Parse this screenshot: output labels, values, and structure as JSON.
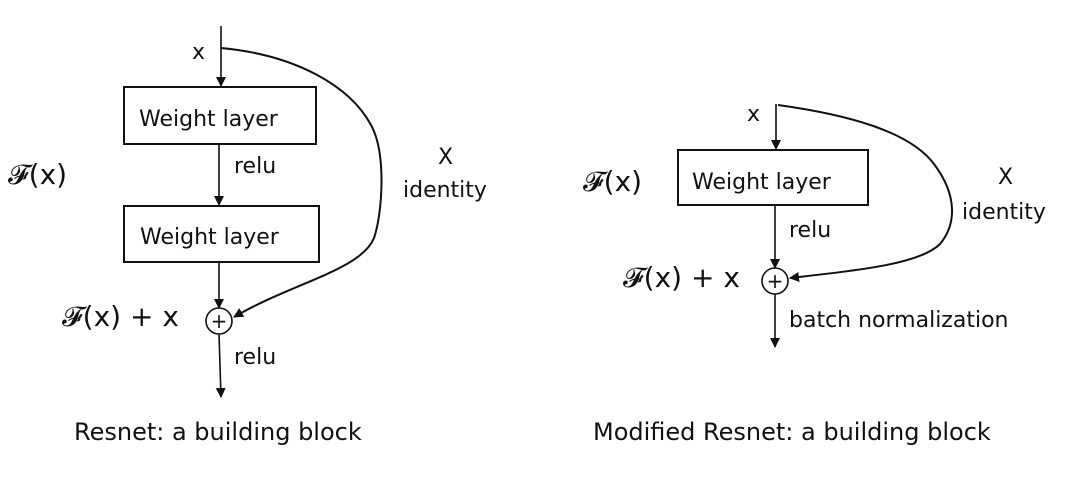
{
  "left": {
    "input_label": "x",
    "box1_label": "Weight layer",
    "relu_mid_label": "relu",
    "box2_label": "Weight layer",
    "fx_label": "𝓕(x)",
    "identity_x_label": "X",
    "identity_label": "identity",
    "sum_label": "𝓕(x) + x",
    "plus_label": "+",
    "relu_out_label": "relu",
    "caption": "Resnet: a building block"
  },
  "right": {
    "input_label": "x",
    "fx_label": "𝓕(x)",
    "box_label": "Weight layer",
    "relu_label": "relu",
    "identity_x_label": "X",
    "identity_label": "identity",
    "sum_label": "𝓕(x) + x",
    "plus_label": "+",
    "bn_label": "batch normalization",
    "caption": "Modified Resnet: a building block"
  },
  "icons": {
    "plus": "circle-plus-icon",
    "arrow": "arrowhead-icon"
  },
  "colors": {
    "stroke": "#111111",
    "background": "#ffffff"
  }
}
